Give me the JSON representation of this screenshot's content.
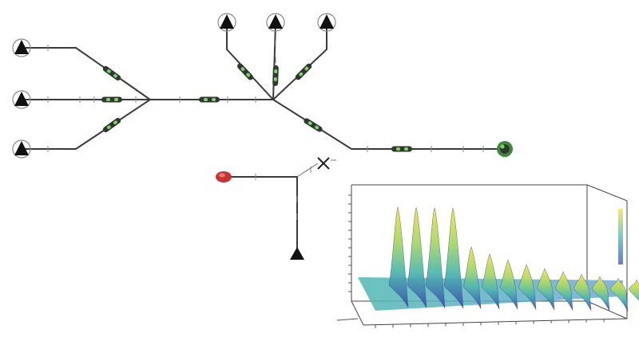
{
  "diagram": {
    "colors": {
      "pipe": "#3a3a3a",
      "terminal": "#111111",
      "segment_accent": "#7fd36a",
      "source_node": "#c83232",
      "sink_node": "#3f8a3a",
      "surface_low": "#3d4fb0",
      "surface_mid": "#4fb8b0",
      "surface_high": "#f2e24a"
    },
    "icons": {
      "terminal": "triangle-terminal-icon",
      "source": "red-source-node-icon",
      "sink": "green-sink-node-icon",
      "junction": "cross-junction-icon"
    }
  },
  "plot": {
    "type": "3d-surface",
    "peak_count": 4,
    "ripple_count": 11,
    "colormap": [
      "#3d4fb0",
      "#4fb8b0",
      "#a8d86a",
      "#f2e24a"
    ]
  }
}
